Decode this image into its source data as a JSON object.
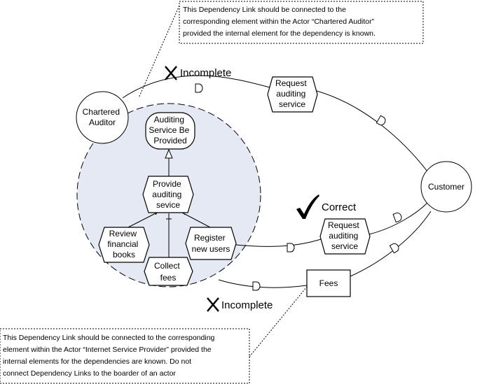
{
  "actors": {
    "chartered_auditor": [
      "Chartered",
      "Auditor"
    ],
    "customer": [
      "Customer"
    ]
  },
  "elements": {
    "goal": [
      "Auditing",
      "Service Be",
      "Provided"
    ],
    "task_provide": [
      "Provide",
      "auditing",
      "sevice"
    ],
    "task_review": [
      "Review",
      "financial",
      "books"
    ],
    "task_collect": [
      "Collect",
      "fees"
    ],
    "task_register": [
      "Register",
      "new users"
    ],
    "dependum_top": [
      "Request",
      "auditing",
      "service"
    ],
    "dependum_mid": [
      "Request",
      "auditing",
      "service"
    ],
    "resource_fees": [
      "Fees"
    ]
  },
  "status": {
    "top": "Incomplete",
    "mid": "Correct",
    "bottom": "Incomplete"
  },
  "notes": {
    "top": [
      "This Dependency Link should be connected to the",
      "corresponding element within the Actor “Chartered Auditor”",
      "provided the internal element for the dependency is known."
    ],
    "bottom": [
      "This Dependency Link should be connected to the corresponding",
      "element within the Actor “Internet Service Provider” provided the",
      "internal elements for the dependencies are known. Do not",
      "connect Dependency Links to the boarder of an actor"
    ]
  },
  "colors": {
    "boundary_fill": "#e4e9f3",
    "stroke": "#000000"
  }
}
